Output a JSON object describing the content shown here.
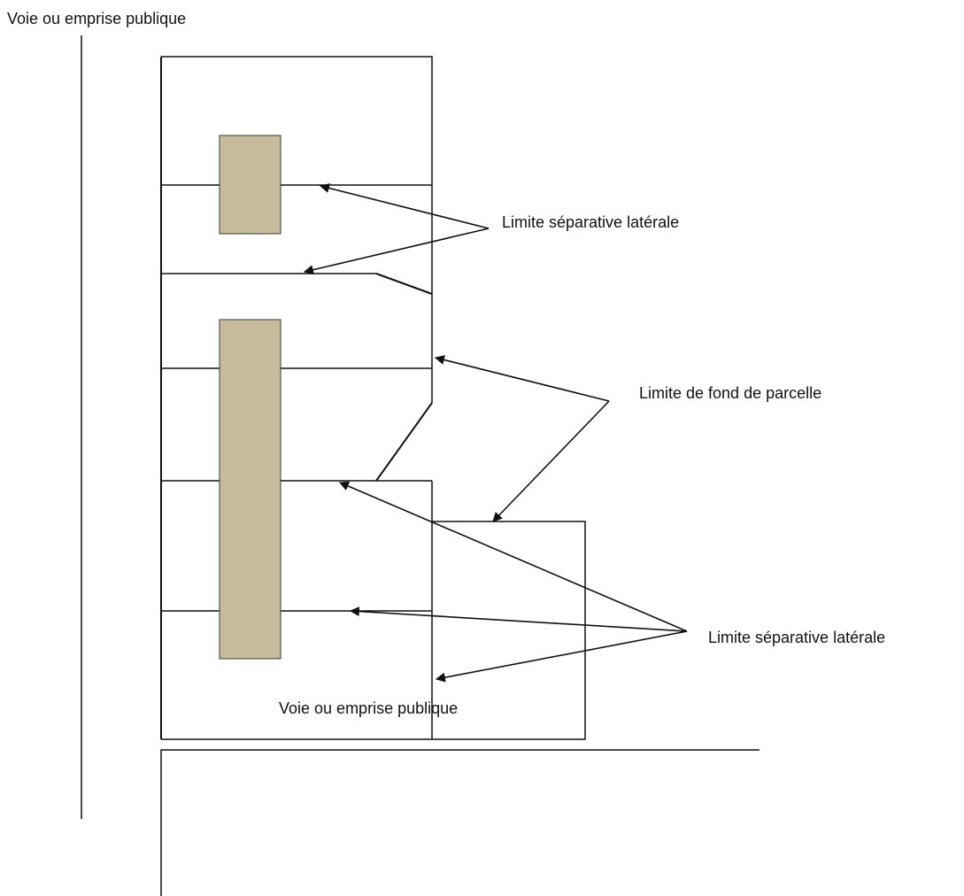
{
  "labels": {
    "street_top": "Voie ou emprise publique",
    "street_bottom": "Voie ou emprise publique",
    "side_limit_upper": "Limite séparative latérale",
    "rear_limit": "Limite de fond de parcelle",
    "side_limit_lower": "Limite séparative latérale"
  },
  "colors": {
    "line": "#111111",
    "building_fill": "#c6bc9b",
    "building_stroke": "#3a3a3a",
    "background": "#ffffff"
  }
}
